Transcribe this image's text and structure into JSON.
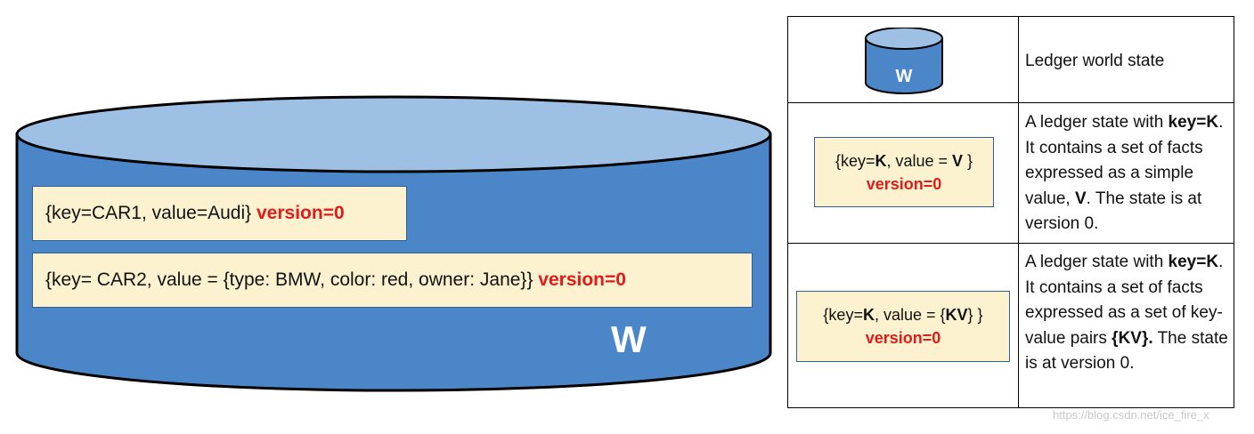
{
  "colors": {
    "db_side": "#4a86c8",
    "db_top": "#9dc0e4",
    "state_fill": "#fdf2cf",
    "version_red": "#e31a1a"
  },
  "world_state": {
    "label": "W",
    "entries": [
      {
        "text": "{key=CAR1, value=Audi} ",
        "version": "version=0"
      },
      {
        "text": "{key= CAR2, value = {type: BMW, color: red, owner: Jane}} ",
        "version": "version=0"
      }
    ]
  },
  "legend": {
    "rows": [
      {
        "icon_label": "W",
        "desc": "Ledger world state"
      },
      {
        "box": {
          "pre": "{key=",
          "key": "K",
          "mid": ", value = ",
          "val": "V",
          "post": " }",
          "version": "version=0"
        },
        "desc": {
          "l1": "A ledger state with ",
          "b1": "key=K",
          "l2": ". It contains a set of facts expressed as a simple value, ",
          "b2": "V",
          "l3": ".  The state is at version 0."
        }
      },
      {
        "box": {
          "pre": "{key=",
          "key": "K",
          "mid": ", value = {",
          "val": "KV",
          "post": "} }",
          "version": "version=0"
        },
        "desc": {
          "l1": "A ledger state with ",
          "b1": "key=K",
          "l2": ". It contains a set of facts expressed as a set of key-value pairs ",
          "b2": "{KV}.",
          "l3": " The state is at version 0."
        }
      }
    ]
  },
  "watermark": "https://blog.csdn.net/ice_fire_x"
}
